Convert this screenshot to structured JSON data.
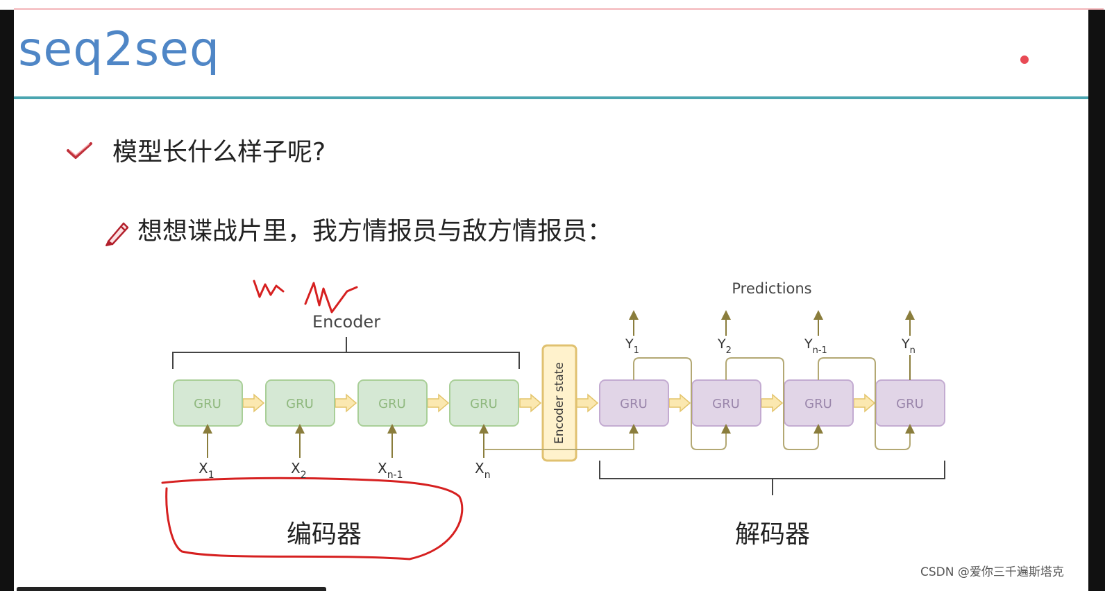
{
  "slide": {
    "title": "seq2seq",
    "bullet1": "模型长什么样子呢?",
    "bullet2": "想想谍战片里，我方情报员与敌方情报员："
  },
  "diagram": {
    "encoder_label": "Encoder",
    "predictions_label": "Predictions",
    "encoder_state_label": "Encoder state",
    "encoder_cells": [
      "GRU",
      "GRU",
      "GRU",
      "GRU"
    ],
    "decoder_cells": [
      "GRU",
      "GRU",
      "GRU",
      "GRU"
    ],
    "inputs": [
      {
        "base": "X",
        "sub": "1"
      },
      {
        "base": "X",
        "sub": "2"
      },
      {
        "base": "X",
        "sub": "n-1"
      },
      {
        "base": "X",
        "sub": "n"
      }
    ],
    "outputs": [
      {
        "base": "Y",
        "sub": "1"
      },
      {
        "base": "Y",
        "sub": "2"
      },
      {
        "base": "Y",
        "sub": "n-1"
      },
      {
        "base": "Y",
        "sub": "n"
      }
    ],
    "encoder_cn": "编码器",
    "decoder_cn": "解码器"
  },
  "watermark": "CSDN @爱你三千遍斯塔克",
  "icons": [
    "check-icon",
    "pencil-icon",
    "record-dot-icon"
  ],
  "colors": {
    "title": "#4f86c6",
    "rule": "#4aa5b0",
    "encoder_fill": "#d5e8d4",
    "encoder_stroke": "#82b366",
    "decoder_fill": "#e1d5e7",
    "decoder_stroke": "#9673a6",
    "state_fill": "#fff2cc",
    "state_stroke": "#d6b656",
    "annotation": "#d62020"
  }
}
